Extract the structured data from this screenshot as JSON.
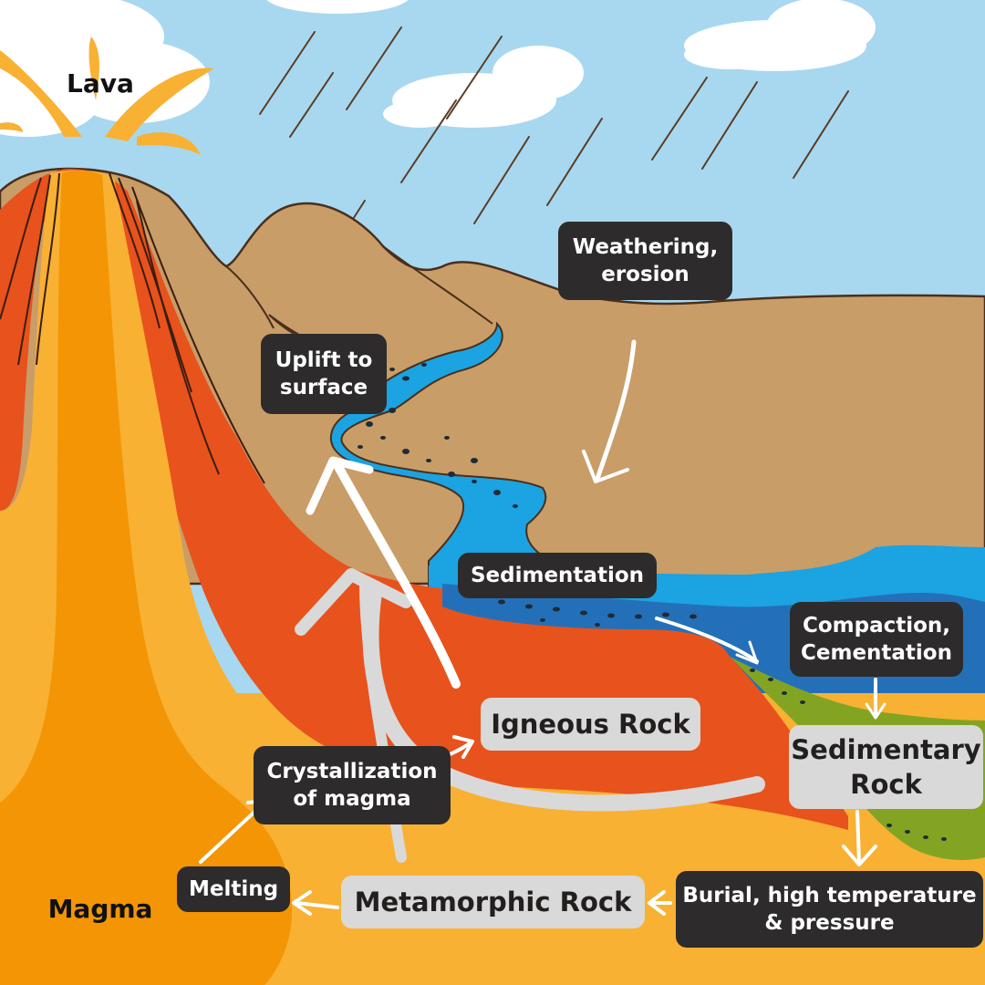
{
  "labels": {
    "lava": "Lava",
    "magma": "Magma",
    "weathering": "Weathering,\nerosion",
    "uplift": "Uplift to\nsurface",
    "sedimentation": "Sedimentation",
    "compaction": "Compaction,\nCementation",
    "sedimentary_rock": "Sedimentary\nRock",
    "igneous_rock": "Igneous Rock",
    "crystallization": "Crystallization\nof magma",
    "melting": "Melting",
    "metamorphic_rock": "Metamorphic Rock",
    "burial": "Burial, high temperature\n& pressure"
  },
  "colors": {
    "sky": "#a8d8f0",
    "cloud": "#ffffff",
    "mountain": "#c99d68",
    "water": "#1ba3e2",
    "deep_water": "#2470b8",
    "lava_red": "#e8521c",
    "magma_orange": "#f39505",
    "ground_yellow": "#f8b133",
    "sediment_green": "#83a423",
    "label_dark": "#2d2b2b",
    "label_light": "#d9d9d9"
  }
}
